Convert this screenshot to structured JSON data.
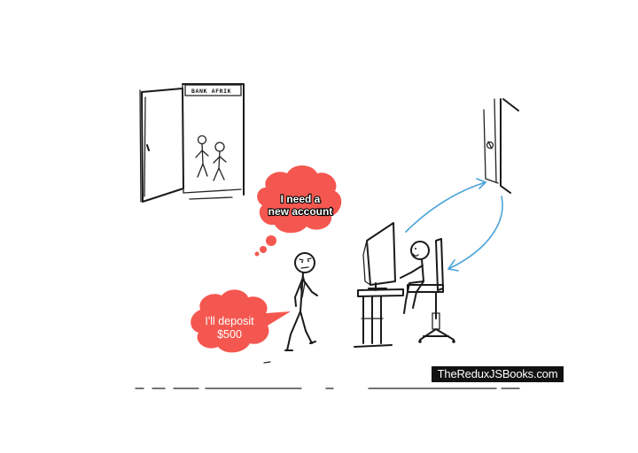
{
  "sign_text": "BANK AFRIK",
  "bubbles": {
    "thought_lines": [
      "I need a",
      "new account"
    ],
    "speech_lines": [
      "I'll deposit",
      "$500"
    ]
  },
  "watermark": "TheReduxJSBooks.com",
  "colors": {
    "bubble": "#f4574f",
    "arrow": "#4aa3d9",
    "ink": "#1a1a1a",
    "watermark_bg": "#111111"
  }
}
